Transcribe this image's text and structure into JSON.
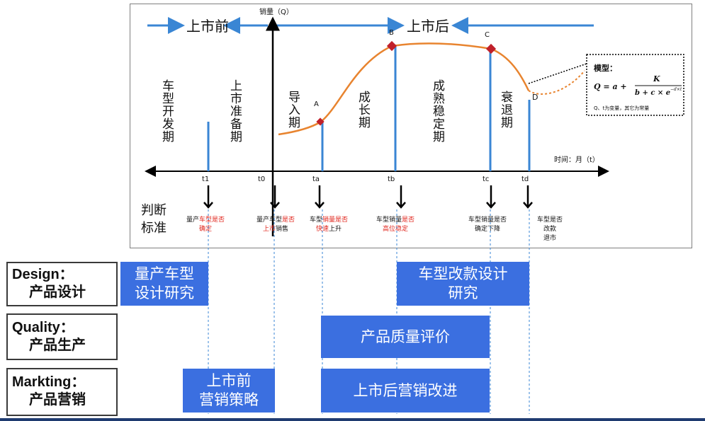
{
  "colors": {
    "arrow_blue": "#3a86d4",
    "curve_orange": "#e8842f",
    "marker_red": "#c0202a",
    "box_blue": "#3b6fe0",
    "axis": "#000000",
    "red_text": "#e0241b"
  },
  "diagram": {
    "y_axis_label": "销量（Q）",
    "x_axis_label": "时间：月（t）",
    "pre_launch_label": "上市前",
    "post_launch_label": "上市后",
    "criteria_label_line1": "判断",
    "criteria_label_line2": "标准",
    "time_ticks": [
      "t1",
      "t0",
      "ta",
      "tb",
      "tc",
      "td"
    ],
    "points": [
      "A",
      "B",
      "C",
      "D"
    ],
    "phases": [
      {
        "label": "车型开发期"
      },
      {
        "label": "上市准备期"
      },
      {
        "label": "导入期"
      },
      {
        "label": "成长期"
      },
      {
        "label": "成熟稳定期"
      },
      {
        "label": "衰退期"
      }
    ],
    "criteria": [
      {
        "black": "量产",
        "red": "车型是否",
        "tail": "",
        "line2_red": "确定",
        "line2": "",
        "line3": ""
      },
      {
        "black": "量产车型",
        "red": "是否",
        "tail": "",
        "line2_red": "上市",
        "line2": "销售",
        "line3": ""
      },
      {
        "black": "车型",
        "red": "销量是否",
        "tail": "",
        "line2_red": "快速",
        "line2": "上升",
        "line3": ""
      },
      {
        "black": "车型销量",
        "red": "是否",
        "tail": "",
        "line2_red": "高位稳定",
        "line2": "",
        "line3": ""
      },
      {
        "black": "车型销量是否",
        "red": "",
        "tail": "",
        "line2_red": "",
        "line2": "确定下降",
        "line3": ""
      },
      {
        "black": "车型是否",
        "red": "",
        "tail": "",
        "line2_red": "",
        "line2": "改款",
        "line3": "退市"
      }
    ],
    "model_box": {
      "title": "模型：",
      "formula_lhs": "Q = a +",
      "numerator": "K",
      "denominator": "b + c × e",
      "exponent": "−d×t",
      "note": "Q、t为变量，其它为常量"
    }
  },
  "rows": [
    {
      "line1": "Design：",
      "line2": "产品设计"
    },
    {
      "line1": "Quality：",
      "line2": "产品生产"
    },
    {
      "line1": "Markting：",
      "line2": "产品营销"
    }
  ],
  "boxes": {
    "design_research_1": "量产车型",
    "design_research_2": "设计研究",
    "redesign_1": "车型改款设计",
    "redesign_2": "研究",
    "quality_eval": "产品质量评价",
    "premarketing_1": "上市前",
    "premarketing_2": "营销策略",
    "postmarketing": "上市后营销改进"
  }
}
